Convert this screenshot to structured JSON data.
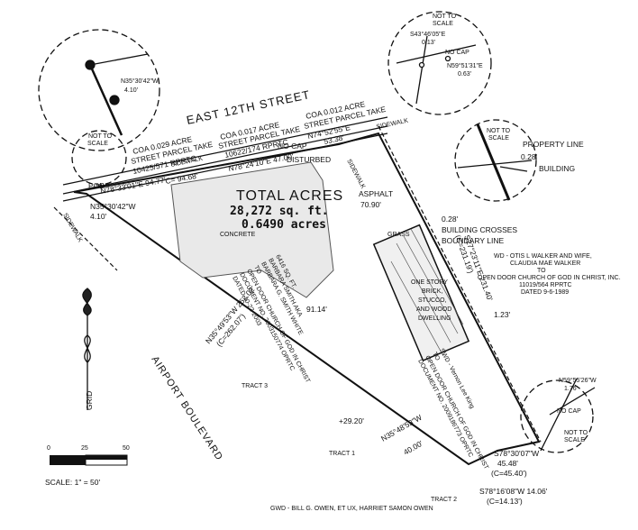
{
  "street": "EAST 12TH STREET",
  "boulevard": "AIRPORT BOULEVARD",
  "total": {
    "label": "TOTAL ACRES",
    "sqft": "28,272 sq. ft.",
    "acres": "0.6490 acres"
  },
  "takes": [
    {
      "line1": "COA 0.029 ACRE",
      "line2": "STREET PARCEL TAKE",
      "line3": "10425/571 RPRTC"
    },
    {
      "line1": "COA 0.017 ACRE",
      "line2": "STREET PARCEL TAKE",
      "line3": "10622/174 RPRTC"
    },
    {
      "line1": "COA 0.012 ACRE",
      "line2": "STREET PARCEL TAKE",
      "line3": "N74°52'55\"E"
    }
  ],
  "bearings": {
    "north1": "N78°33'01\"E 94.77'",
    "north1c": "C= 94.68'",
    "north2": "N78°24'10\"E 47.00'",
    "north3": "53.38'",
    "west": "N35°30'42\"W",
    "west_d": "4.10'",
    "east": "S27°23'11\"E 231.40'",
    "east_c": "(C=231.19')",
    "diag": "N35°49'53\"W 262.02'",
    "diag_c": "(C=262.07')",
    "inner": "91.14'",
    "asphalt": "ASPHALT",
    "asphalt_d": "70.90'",
    "dim123": "1.23'",
    "dim028": "0.28'",
    "s_b1": "S78°30'07\"W",
    "s_d1": "45.48'",
    "s_c1": "(C=45.40')",
    "s_b2": "S78°16'08\"W 14.06'",
    "s_c2": "(C=14.13')",
    "n35": "N35°48'53\"W",
    "n35d": "40.00'",
    "dist2920": "+29.20'"
  },
  "labels": {
    "pob": "POB",
    "nts": "NOT TO",
    "nts2": "SCALE",
    "sidewalk": "SIDEWALK",
    "concrete": "CONCRETE",
    "grass": "GRASS",
    "nocap": "NO CAP",
    "disturbed": "DISTURBED",
    "tract1": "TRACT 1",
    "tract2": "TRACT 2",
    "tract3": "TRACT 3",
    "grid": "GRID",
    "property_line": "PROPERTY LINE",
    "building": "BUILDING",
    "crosses1": "0.28'",
    "crosses2": "BUILDING CROSSES",
    "crosses3": "BOUNDARY LINE",
    "dwelling": [
      "ONE STORY",
      "BRICK,",
      "STUCCO,",
      "AND WOOD",
      "DWELLING"
    ],
    "walker": [
      "WD - OTIS L WALKER AND WIFE,",
      "CLAUDIA MAE WALKER",
      "TO",
      "OPEN DOOR CHURCH OF GOD IN CHRIST, INC.",
      "11019/564 RPRTC",
      "DATED 9-6-1989"
    ],
    "bottom": "GWD - BILL G. OWEN, ET UX, HARRIET SAMON OWEN",
    "inset1": [
      "S43°46'05\"E",
      "0.13'",
      "N59°51'31\"E",
      "0.63'"
    ],
    "inset3": [
      "N59°55'26\"W",
      "1.76'"
    ],
    "deed1": [
      "6416 SQ. FT.",
      "BARBARA SMITH AKA",
      "BARBARA G. SMITH WHITE",
      "TO",
      "OPEN DOOR CHURCH OF GOD IN CHRIST",
      "DOCUMENT NO. 2003150774 OPRTC",
      "DATED 10-22-2003"
    ],
    "deed2": [
      "SWD - Vernon Lee King",
      "TO",
      "OPEN DOOR CHURCH OF GOD IN CHRIST",
      "DOCUMENT NO. 2009186773 OPRTC"
    ]
  },
  "scale": {
    "t0": "0",
    "t25": "25",
    "t50": "50",
    "label": "SCALE: 1\" = 50'"
  }
}
